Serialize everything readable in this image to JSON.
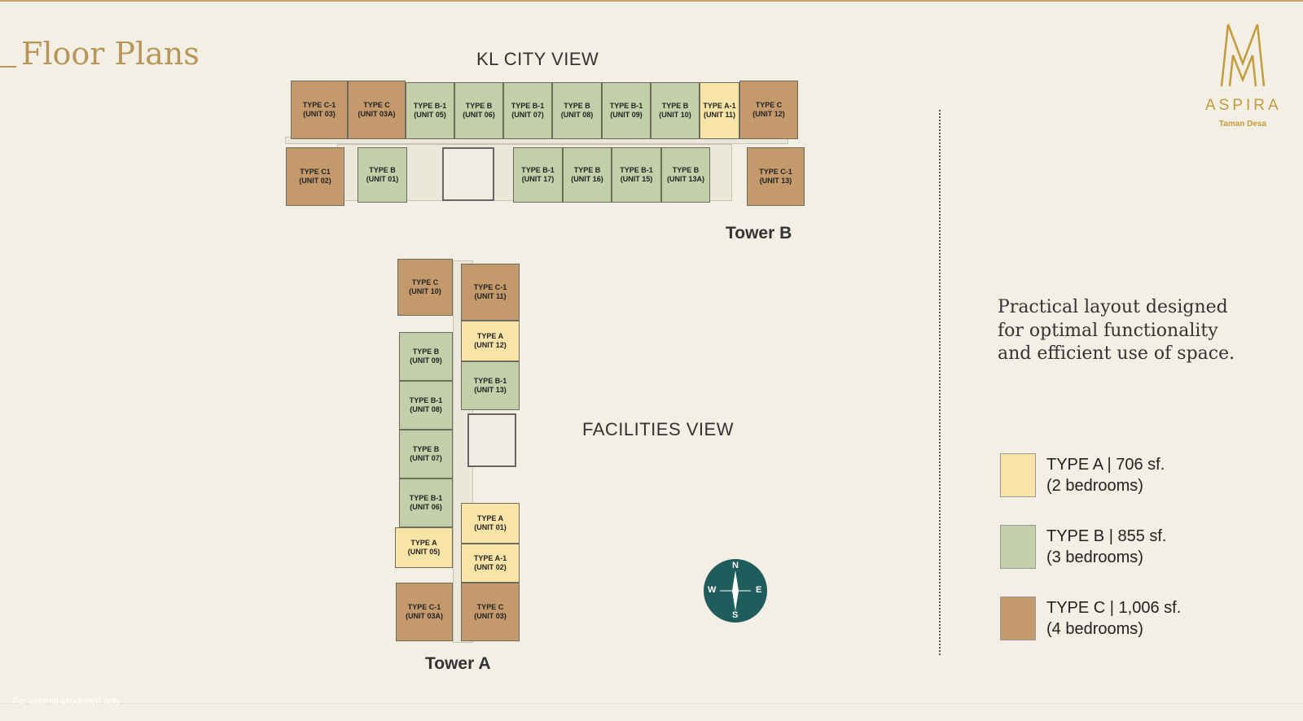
{
  "title": "Floor Plans",
  "logo": {
    "brand": "ASPIRA",
    "sub": "Taman Desa"
  },
  "views": {
    "kl": "KL CITY VIEW",
    "facilities": "FACILITIES VIEW"
  },
  "towers": {
    "b": "Tower B",
    "a": "Tower A"
  },
  "tower_b_units": [
    {
      "type": "TYPE C-1",
      "unit": "(UNIT 03)"
    },
    {
      "type": "TYPE C",
      "unit": "(UNIT 03A)"
    },
    {
      "type": "TYPE B-1",
      "unit": "(UNIT 05)"
    },
    {
      "type": "TYPE B",
      "unit": "(UNIT 06)"
    },
    {
      "type": "TYPE B-1",
      "unit": "(UNIT 07)"
    },
    {
      "type": "TYPE B",
      "unit": "(UNIT 08)"
    },
    {
      "type": "TYPE B-1",
      "unit": "(UNIT 09)"
    },
    {
      "type": "TYPE B",
      "unit": "(UNIT 10)"
    },
    {
      "type": "TYPE A-1",
      "unit": "(UNIT 11)"
    },
    {
      "type": "TYPE C",
      "unit": "(UNIT 12)"
    },
    {
      "type": "TYPE C1",
      "unit": "(UNIT 02)"
    },
    {
      "type": "TYPE B",
      "unit": "(UNIT 01)"
    },
    {
      "type": "TYPE B-1",
      "unit": "(UNIT 17)"
    },
    {
      "type": "TYPE B",
      "unit": "(UNIT 16)"
    },
    {
      "type": "TYPE B-1",
      "unit": "(UNIT 15)"
    },
    {
      "type": "TYPE B",
      "unit": "(UNIT 13A)"
    },
    {
      "type": "TYPE C-1",
      "unit": "(UNIT 13)"
    }
  ],
  "tower_a_units": [
    {
      "type": "TYPE C",
      "unit": "(UNIT 10)"
    },
    {
      "type": "TYPE B",
      "unit": "(UNIT 09)"
    },
    {
      "type": "TYPE B-1",
      "unit": "(UNIT 08)"
    },
    {
      "type": "TYPE B",
      "unit": "(UNIT 07)"
    },
    {
      "type": "TYPE B-1",
      "unit": "(UNIT 06)"
    },
    {
      "type": "TYPE A",
      "unit": "(UNIT 05)"
    },
    {
      "type": "TYPE C-1",
      "unit": "(UNIT 03A)"
    },
    {
      "type": "TYPE C-1",
      "unit": "(UNIT 11)"
    },
    {
      "type": "TYPE A",
      "unit": "(UNIT 12)"
    },
    {
      "type": "TYPE B-1",
      "unit": "(UNIT 13)"
    },
    {
      "type": "TYPE A",
      "unit": "(UNIT 01)"
    },
    {
      "type": "TYPE A-1",
      "unit": "(UNIT 02)"
    },
    {
      "type": "TYPE C",
      "unit": "(UNIT 03)"
    }
  ],
  "description": "Practical layout designed for optimal functionality and efficient use of space.",
  "legend": [
    {
      "label": "TYPE A | 706 sf.",
      "sub": "(2 bedrooms)",
      "color": "#f7e4a6"
    },
    {
      "label": "TYPE B | 855 sf.",
      "sub": "(3 bedrooms)",
      "color": "#c2cfa8"
    },
    {
      "label": "TYPE C | 1,006 sf.",
      "sub": "(4 bedrooms)",
      "color": "#c49a6c"
    }
  ],
  "compass": {
    "n": "N",
    "s": "S",
    "e": "E",
    "w": "W"
  },
  "footer": "For internal circulation only"
}
